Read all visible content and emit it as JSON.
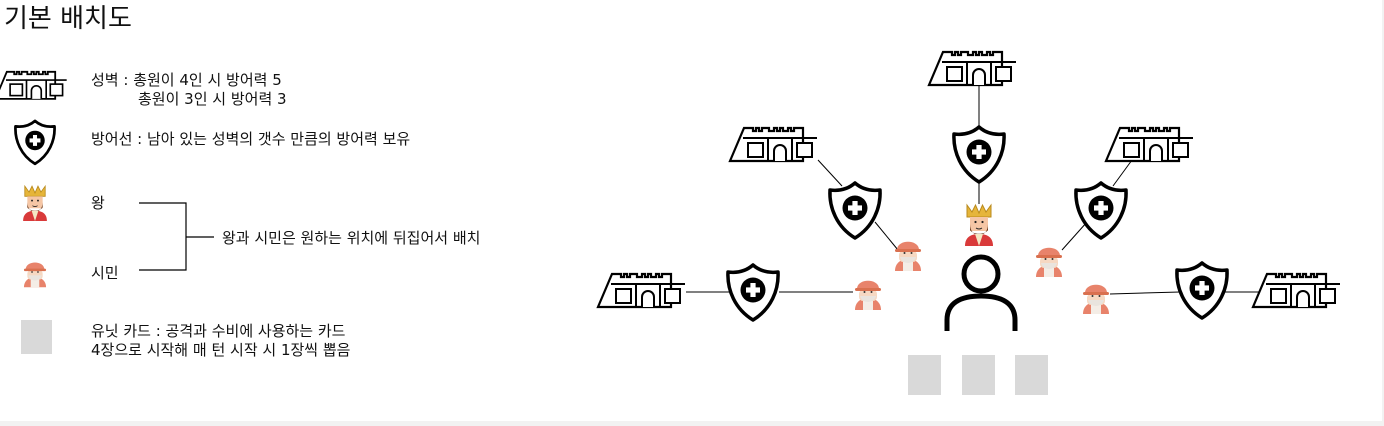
{
  "title": "기본 배치도",
  "legend": {
    "wall_line1": "성벽 : 총원이 4인 시 방어력 5",
    "wall_line2": "총원이 3인 시 방어력 3",
    "shield": "방어선 : 남아 있는 성벽의 갯수 만큼의 방어력 보유",
    "king": "왕",
    "citizen": "시민",
    "bracket_note": "왕과 시민은 원하는 위치에 뒤집어서 배치",
    "card_line1": "유닛 카드 : 공격과 수비에 사용하는 카드",
    "card_line2": "4장으로 시작해 매 턴 시작 시 1장씩 뽑음"
  },
  "icons": [
    "castle-wall-icon",
    "shield-cross-icon",
    "king-icon",
    "citizen-icon",
    "unit-card-icon",
    "player-icon"
  ],
  "colors": {
    "citizen": "#e8836b",
    "king_gold": "#e6b53a",
    "card": "#d9d9d9"
  }
}
